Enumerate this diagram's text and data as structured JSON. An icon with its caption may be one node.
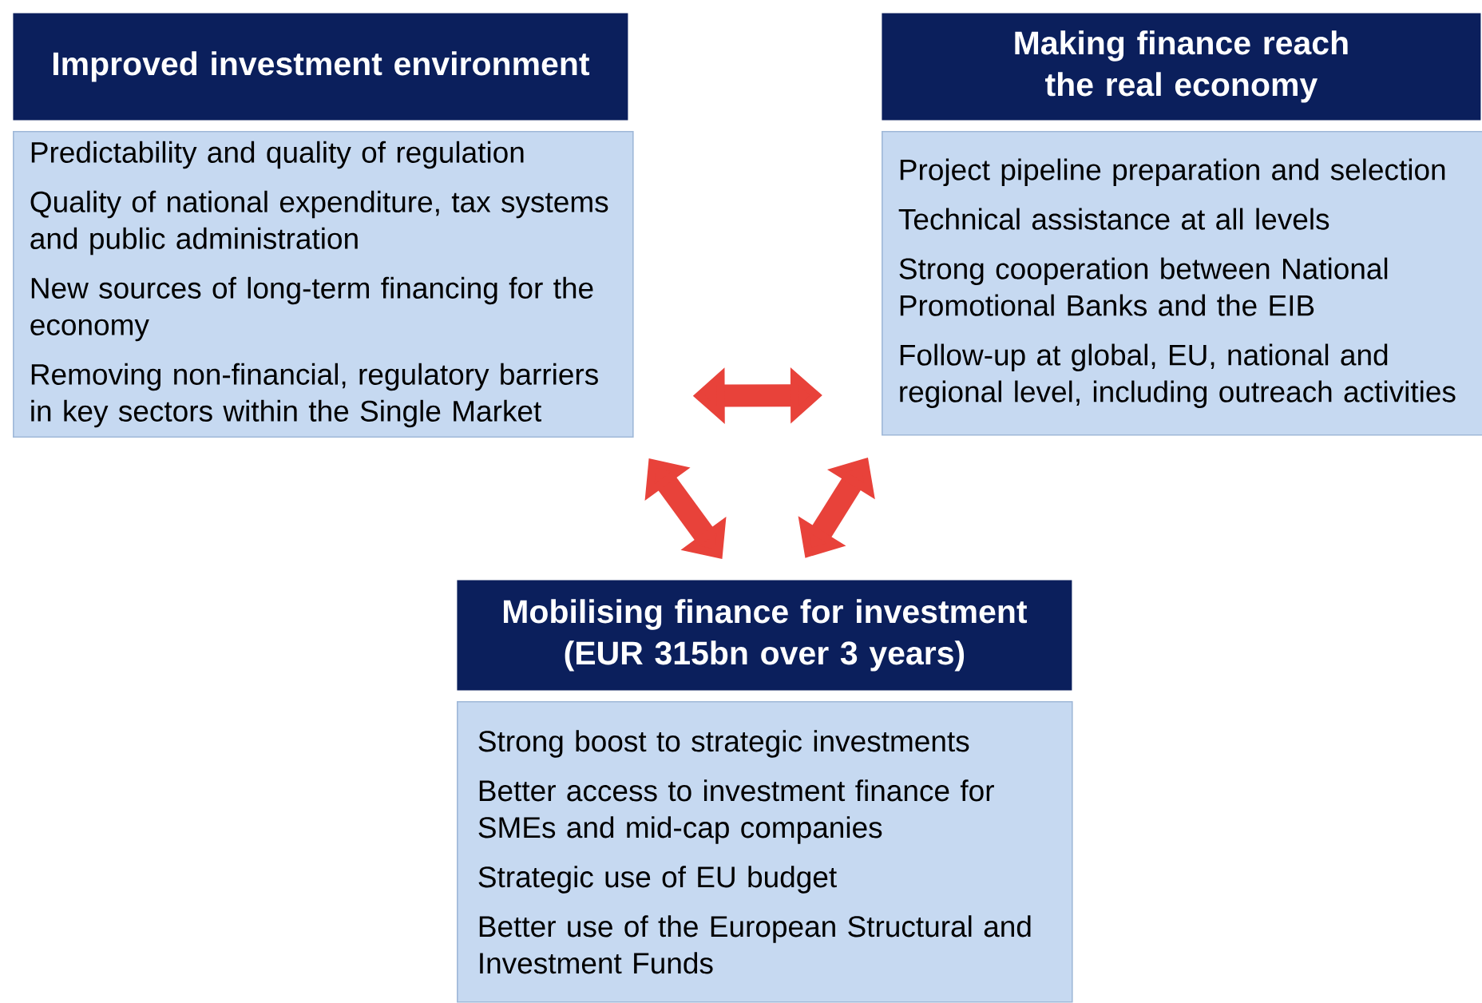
{
  "diagram": {
    "nodes": [
      {
        "text": [
          "Improved investment environment"
        ]
      },
      {
        "text": [
          "Predictability and quality of regulation",
          "Quality of national expenditure, tax systems and public administration",
          "New sources of long-term financing for the economy",
          "Removing non-financial, regulatory barriers in key sectors within the Single Market"
        ]
      },
      {
        "text": [
          "Making finance reach the real economy"
        ]
      },
      {
        "text": [
          "Project pipeline preparation and selection",
          "Technical assistance at all levels",
          "Strong cooperation between National Promotional Banks and the EIB",
          "Follow-up at global, EU, national and regional level, including outreach activities"
        ]
      },
      {
        "text": [
          "Mobilising finance for investment (EUR 315bn over 3 years)"
        ]
      },
      {
        "text": [
          "Strong boost to strategic investments",
          "Better access to investment finance for SMEs and mid-cap companies",
          "Strategic use of EU budget",
          "Better use of the European Structural and Investment Funds"
        ]
      }
    ],
    "edges": [
      {
        "from": 1,
        "to": 3,
        "arrow": "both",
        "color": "#e8423a"
      },
      {
        "from": 1,
        "to": 4,
        "arrow": "both",
        "color": "#e8423a"
      },
      {
        "from": 3,
        "to": 4,
        "arrow": "both",
        "color": "#e8423a"
      }
    ]
  }
}
